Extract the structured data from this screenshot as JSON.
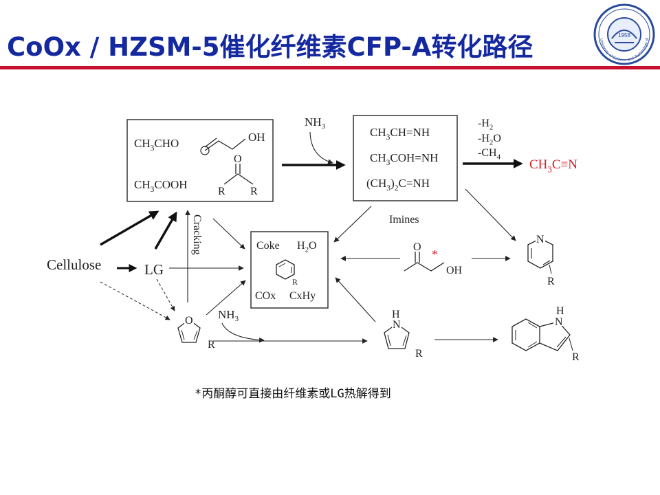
{
  "slide": {
    "title": "CoOx / HZSM-5催化纤维素CFP-A转化路径",
    "footnote": "*丙酮醇可直接由纤维素或LG热解得到",
    "colors": {
      "title": "#1428a0",
      "rule": "#c8102e",
      "product": "#d0202a",
      "logo": "#2a4a9c"
    }
  },
  "logo": {
    "year": "1958",
    "ring_text": "University of Science and Technology of China"
  },
  "diagram": {
    "cellulose": "Cellulose",
    "lg": "LG",
    "cracking": "Cracking",
    "nh3_top": {
      "base": "NH",
      "sub": "3"
    },
    "nh3_bottom": {
      "base": "NH",
      "sub": "3"
    },
    "oxygenates": {
      "acetaldehyde": [
        {
          "t": "CH"
        },
        {
          "t": "3",
          "sub": true
        },
        {
          "t": "CHO"
        }
      ],
      "acetic_acid": [
        {
          "t": "CH"
        },
        {
          "t": "3",
          "sub": true
        },
        {
          "t": "COOH"
        }
      ],
      "hydroxy_oh": "OH",
      "ketone_o": "O",
      "ketone_r1": "R",
      "ketone_r2": "R"
    },
    "imines": {
      "label": "Imines",
      "i1": [
        {
          "t": "CH"
        },
        {
          "t": "3",
          "sub": true
        },
        {
          "t": "CH=NH"
        }
      ],
      "i2": [
        {
          "t": "CH"
        },
        {
          "t": "3",
          "sub": true
        },
        {
          "t": "COH=NH"
        }
      ],
      "i3": [
        {
          "t": "(CH"
        },
        {
          "t": "3",
          "sub": true
        },
        {
          "t": ")"
        },
        {
          "t": "2",
          "sub": true
        },
        {
          "t": "C=NH"
        }
      ]
    },
    "eliminations": {
      "h2": [
        {
          "t": "-H"
        },
        {
          "t": "2",
          "sub": true
        }
      ],
      "h2o": [
        {
          "t": "-H"
        },
        {
          "t": "2",
          "sub": true
        },
        {
          "t": "O"
        }
      ],
      "ch4": [
        {
          "t": "-CH"
        },
        {
          "t": "4",
          "sub": true
        }
      ]
    },
    "acetonitrile": [
      {
        "t": "CH"
      },
      {
        "t": "3",
        "sub": true
      },
      {
        "t": "C≡N"
      }
    ],
    "coke_box": {
      "coke": "Coke",
      "water": [
        {
          "t": "H"
        },
        {
          "t": "2",
          "sub": true
        },
        {
          "t": "O"
        }
      ],
      "aromatic_r": "R",
      "cox": "COx",
      "cxhy": "CxHy"
    },
    "hydroxyacetone": {
      "o": "O",
      "oh": "OH",
      "asterisk": "*"
    },
    "pyridine": {
      "n": "N",
      "r": "R"
    },
    "furan": {
      "o": "O",
      "r": "R"
    },
    "pyrrole": {
      "h": "H",
      "n": "N",
      "r": "R"
    },
    "indole": {
      "h": "H",
      "n": "N",
      "r": "R"
    }
  }
}
